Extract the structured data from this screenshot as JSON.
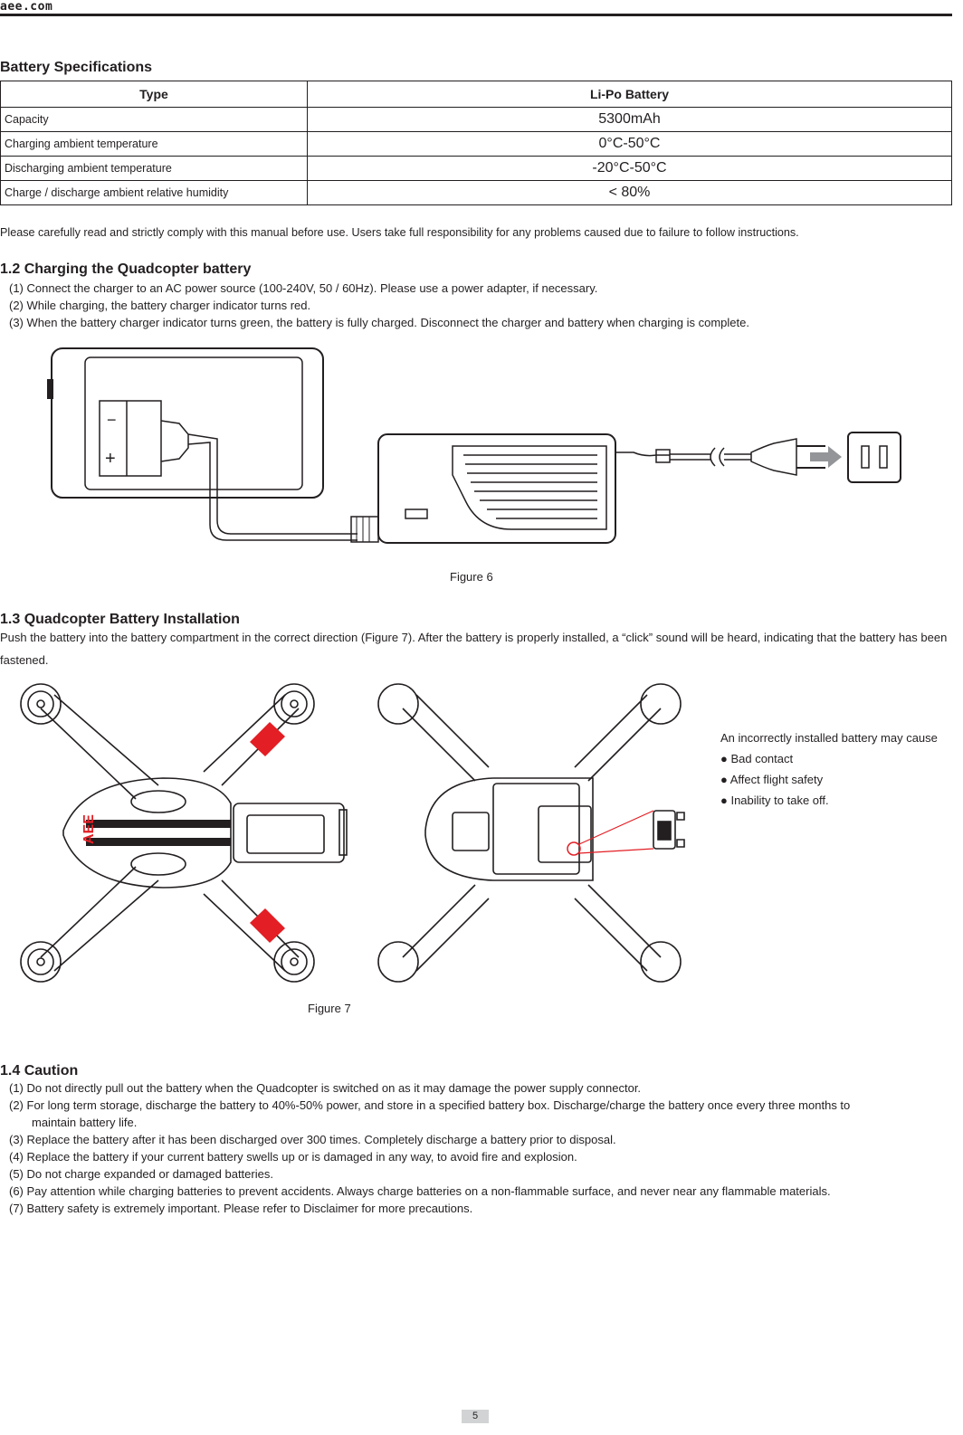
{
  "header": {
    "logo": "aee.com"
  },
  "spec": {
    "title": "Battery Specifications",
    "head": [
      "Type",
      "Li-Po Battery"
    ],
    "rows": [
      {
        "label": "Capacity",
        "value": "5300mAh"
      },
      {
        "label": "Charging ambient temperature",
        "value": "0°C-50°C"
      },
      {
        "label": "Discharging ambient temperature",
        "value": "-20°C-50°C"
      },
      {
        "label": "Charge / discharge ambient relative humidity",
        "value": "< 80%"
      }
    ]
  },
  "note": "Please carefully read and strictly comply with this manual before use. Users take full responsibility for any problems caused due to failure to follow instructions.",
  "section_12": {
    "title": "1.2  Charging the Quadcopter battery",
    "items": [
      "(1) Connect the charger to an AC power source (100-240V, 50 / 60Hz). Please use a power adapter, if necessary.",
      "(2) While charging, the battery charger indicator turns red.",
      "(3) When the battery charger indicator turns green, the battery is fully charged. Disconnect the charger and battery when charging is complete."
    ],
    "figure_caption": "Figure 6",
    "battery_minus": "−",
    "battery_plus": "+"
  },
  "section_13": {
    "title": "1.3  Quadcopter Battery Installation",
    "paragraph": "Push the battery into the battery compartment in the correct direction (Figure 7). After the battery is properly installed, a “click” sound will be heard, indicating that the battery has been fastened.",
    "figure_caption": "Figure 7",
    "brand_mark": "AEE",
    "warning": {
      "intro": "An incorrectly installed battery may cause",
      "items": [
        "●  Bad contact",
        "● Affect flight safety",
        "● Inability to take off."
      ]
    }
  },
  "section_14": {
    "title": "1.4  Caution",
    "items": [
      "(1) Do not directly pull out the battery when the Quadcopter is switched on as it may damage the power supply connector.",
      "(2) For long term storage, discharge the battery to 40%-50% power, and store in a specified battery box. Discharge/charge the battery once every three months to",
      "maintain battery life.",
      "(3) Replace the battery after it has been discharged over 300 times. Completely discharge a battery prior to disposal.",
      "(4) Replace the battery if your current battery swells up or is damaged in any way, to avoid fire and explosion.",
      "(5) Do not charge expanded or damaged batteries.",
      "(6) Pay attention while charging batteries to prevent accidents. Always charge batteries on a non-flammable surface, and never near any flammable materials.",
      "(7) Battery safety is extremely important. Please refer to Disclaimer for more precautions."
    ]
  },
  "colors": {
    "ink": "#231f20",
    "accent_red": "#e31e24",
    "page_tab": "#d1d3d4"
  },
  "page_number": "5"
}
